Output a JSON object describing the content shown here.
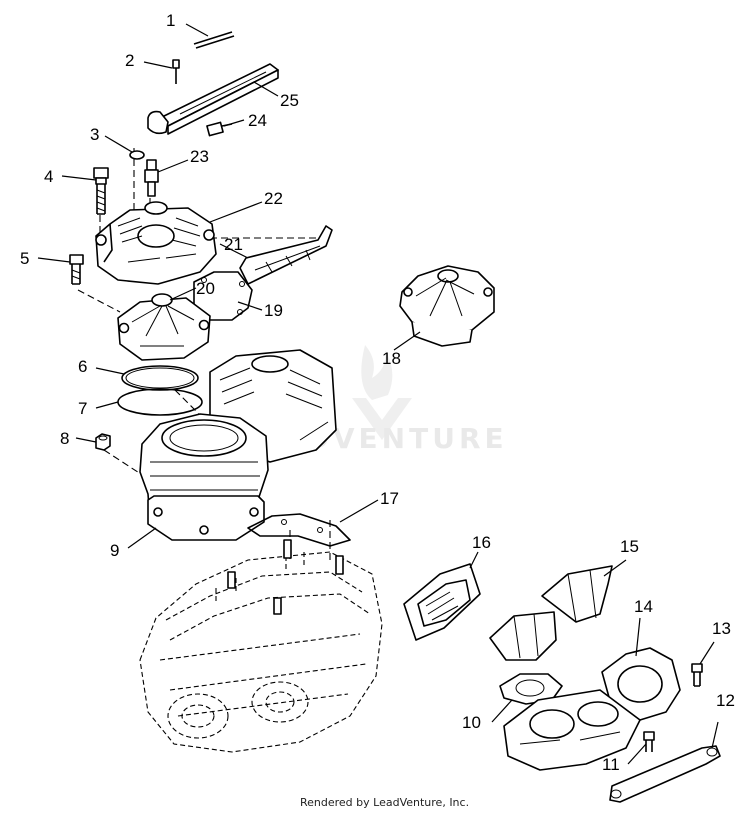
{
  "callouts": {
    "c1": "1",
    "c2": "2",
    "c3": "3",
    "c4": "4",
    "c5": "5",
    "c6": "6",
    "c7": "7",
    "c8": "8",
    "c9": "9",
    "c10": "10",
    "c11": "11",
    "c12": "12",
    "c13": "13",
    "c14": "14",
    "c15": "15",
    "c16": "16",
    "c17": "17",
    "c18": "18",
    "c19": "19",
    "c20": "20",
    "c21": "21",
    "c22": "22",
    "c23": "23",
    "c24": "24",
    "c25": "25"
  },
  "watermark": "LEADVENTURE",
  "footer": "Rendered by LeadVenture, Inc."
}
